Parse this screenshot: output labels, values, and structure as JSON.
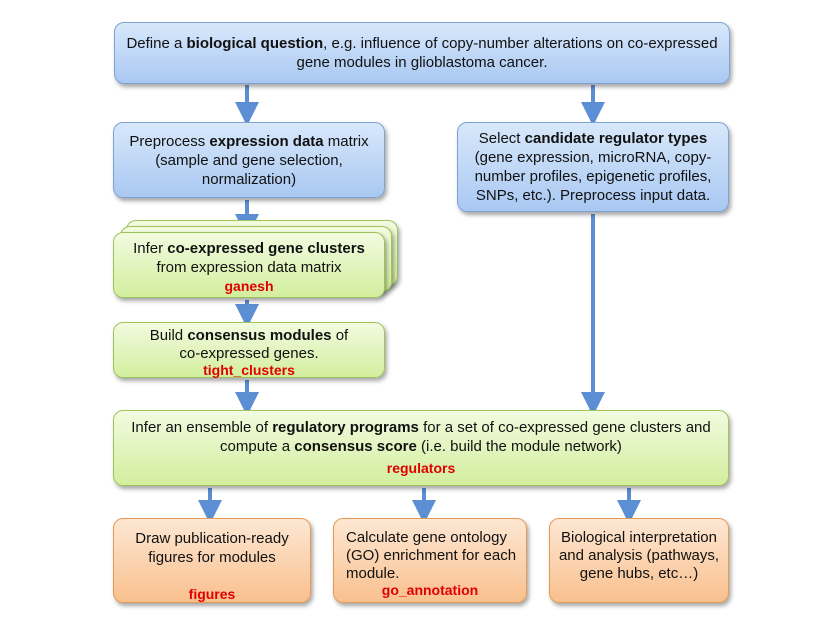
{
  "question": {
    "pre": "Define a ",
    "bold": "biological question",
    "post": ", e.g. influence of copy-number alterations on co-expressed",
    "line2": "gene modules in glioblastoma cancer."
  },
  "preprocess": {
    "pre": "Preprocess ",
    "bold": "expression data",
    "post": " matrix",
    "line2": "(sample and gene selection,",
    "line3": "normalization)"
  },
  "candidate": {
    "pre": "Select ",
    "bold": "candidate regulator types",
    "line2": "(gene expression, microRNA, copy-",
    "line3": "number profiles, epigenetic profiles,",
    "line4": "SNPs, etc.). Preprocess input data."
  },
  "clusters": {
    "pre": "Infer ",
    "bold": "co-expressed gene clusters",
    "line2": "from expression data matrix",
    "function": "ganesh"
  },
  "consensus": {
    "pre": "Build ",
    "bold": "consensus modules",
    "post": " of",
    "line2": "co-expressed genes.",
    "function": "tight_clusters"
  },
  "regulators": {
    "pre": "Infer an ensemble of ",
    "bold": "regulatory programs",
    "post": " for a set of co-expressed gene clusters and",
    "line2_pre": "compute a ",
    "line2_bold": "consensus score",
    "line2_post": " (i.e. build the module network)",
    "function": "regulators"
  },
  "figures": {
    "line1": "Draw publication-ready",
    "line2": "figures for modules",
    "function": "figures"
  },
  "go": {
    "line1": "Calculate gene ontology",
    "line2": "(GO) enrichment for each",
    "line3": "module.",
    "function": "go_annotation"
  },
  "interpretation": {
    "line1": "Biological interpretation",
    "line2": "and analysis (pathways,",
    "line3": "gene hubs, etc…)"
  },
  "colors": {
    "blue": "#a9c8f2",
    "green": "#d3ee9e",
    "orange": "#f9c08e",
    "arrow": "#5b8ed2",
    "function_label": "#e00000"
  }
}
